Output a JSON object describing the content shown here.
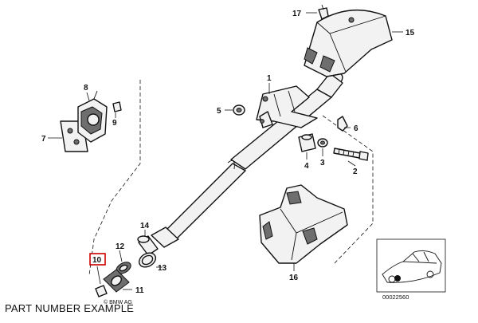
{
  "diagram": {
    "callouts": {
      "p1": "1",
      "p2": "2",
      "p3": "3",
      "p4": "4",
      "p5": "5",
      "p6": "6",
      "p7": "7",
      "p8": "8",
      "p9": "9",
      "p10": "10",
      "p11": "11",
      "p12": "12",
      "p13": "13",
      "p14": "14",
      "p15": "15",
      "p16": "16",
      "p17": "17"
    },
    "highlight_color": "#cc0000",
    "highlighted_callout": "10",
    "copyright": "© BMW AG",
    "image_code": "00022560",
    "caption": "PART NUMBER EXAMPLE"
  }
}
